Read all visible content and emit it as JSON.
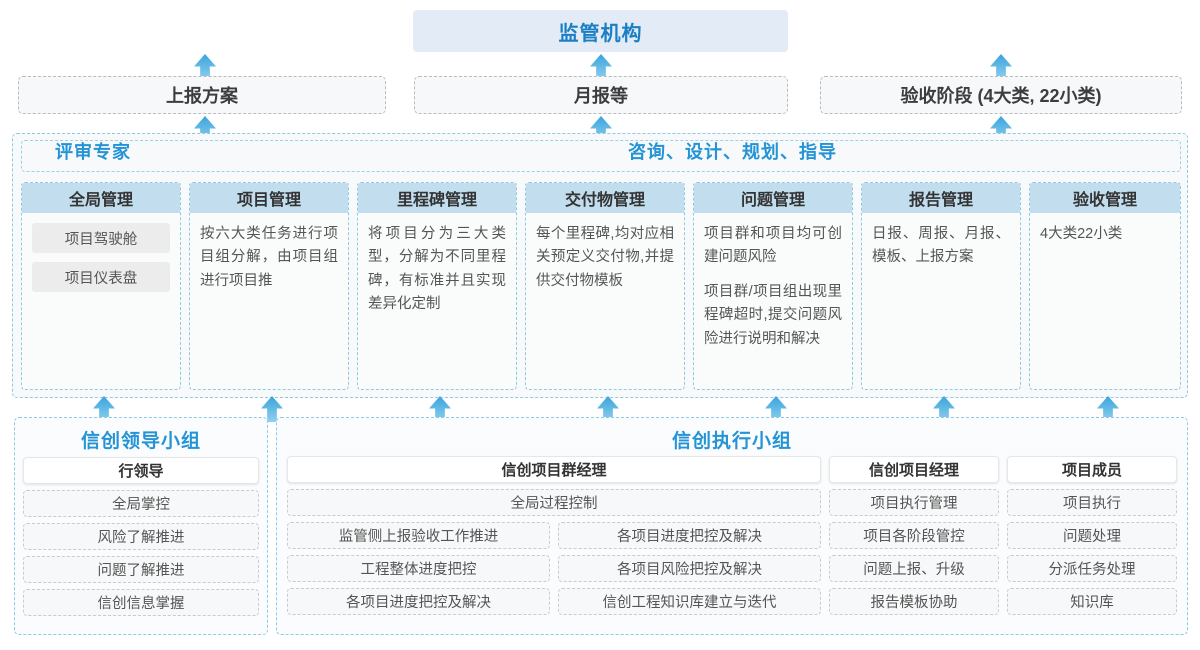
{
  "top": {
    "regulator_label": "监管机构",
    "report_boxes": [
      {
        "label": "上报方案"
      },
      {
        "label": "月报等"
      },
      {
        "label": "验收阶段 (4大类, 22小类)"
      }
    ]
  },
  "middle": {
    "label_left": "评审专家",
    "label_right": "咨询、设计、规划、指导",
    "columns": [
      {
        "title": "全局管理",
        "texts": [],
        "pills": [
          "项目驾驶舱",
          "项目仪表盘"
        ]
      },
      {
        "title": "项目管理",
        "texts": [
          "按六大类任务进行项目组分解，由项目组进行项目推"
        ],
        "pills": []
      },
      {
        "title": "里程碑管理",
        "texts": [
          "将项目分为三大类型，分解为不同里程碑，有标准并且实现差异化定制"
        ],
        "pills": []
      },
      {
        "title": "交付物管理",
        "texts": [
          "每个里程碑,均对应相关预定义交付物,并提供交付物模板"
        ],
        "pills": []
      },
      {
        "title": "问题管理",
        "texts": [
          "项目群和项目均可创建问题风险",
          "项目群/项目组出现里程碑超时,提交问题风险进行说明和解决"
        ],
        "pills": []
      },
      {
        "title": "报告管理",
        "texts": [
          "日报、周报、月报、模板、上报方案"
        ],
        "pills": []
      },
      {
        "title": "验收管理",
        "texts": [
          "4大类22小类"
        ],
        "pills": []
      }
    ]
  },
  "bottom": {
    "leader_group": {
      "title": "信创领导小组",
      "role": "行领导",
      "tasks": [
        "全局掌控",
        "风险了解推进",
        "问题了解推进",
        "信创信息掌握"
      ]
    },
    "exec_group": {
      "title": "信创执行小组",
      "program_manager": {
        "role": "信创项目群经理",
        "full_width_task": "全局过程控制",
        "left_tasks": [
          "监管侧上报验收工作推进",
          "工程整体进度把控",
          "各项目进度把控及解决"
        ],
        "right_tasks": [
          "各项目进度把控及解决",
          "各项目风险把控及解决",
          "信创工程知识库建立与迭代"
        ]
      },
      "project_manager": {
        "role": "信创项目经理",
        "tasks": [
          "项目执行管理",
          "项目各阶段管控",
          "问题上报、升级",
          "报告模板协助"
        ]
      },
      "member": {
        "role": "项目成员",
        "tasks": [
          "项目执行",
          "问题处理",
          "分派任务处理",
          "知识库"
        ]
      }
    }
  },
  "colors": {
    "accent_blue": "#2494d6",
    "banner_blue": "#e3ebf6",
    "header_blue": "#c2ddee",
    "dashed_blue": "#8ec9e8",
    "dashed_gray": "#b9bcbf",
    "arrow_top": "#3aa4dd",
    "arrow_bottom": "#8fd0ee"
  }
}
